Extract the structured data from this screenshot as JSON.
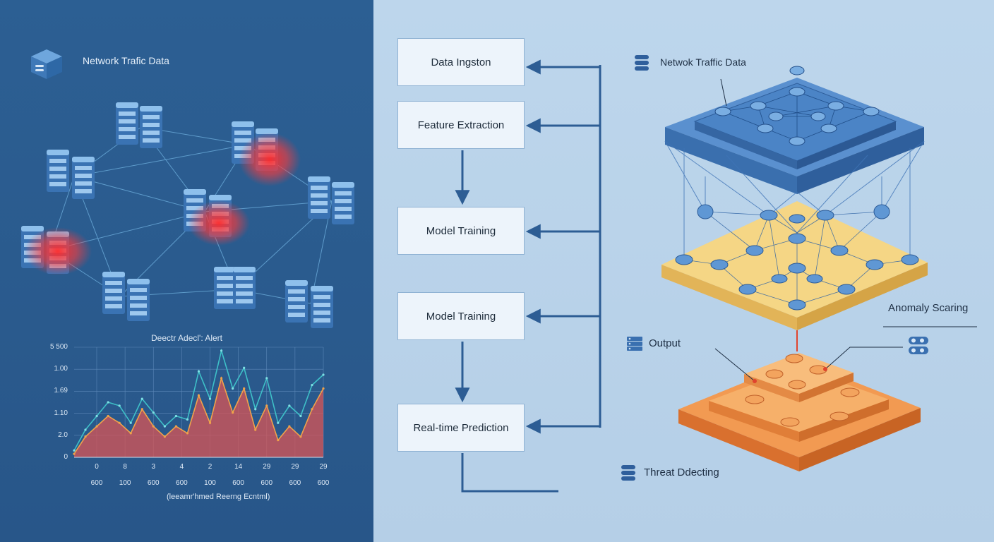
{
  "left_panel": {
    "title": "Network Trafic Data",
    "chart_title": "Deectr Adecl': Alert",
    "chart_xlabel": "(leeamr'hmed Reerng Ecntml)"
  },
  "chart_data": {
    "type": "area",
    "title": "Deectr Adecl': Alert",
    "xlabel": "(leeamr'hmed Reerng Ecntml)",
    "y_tick_labels": [
      "5 500",
      "1.00",
      "1.69",
      "1.10",
      "2.0",
      "0"
    ],
    "x_tick_labels_row1": [
      "0",
      "8",
      "3",
      "4",
      "2",
      "14",
      "29",
      "29",
      "29"
    ],
    "x_tick_labels_row2": [
      "600",
      "100",
      "600",
      "600",
      "100",
      "600",
      "600",
      "600",
      "600"
    ],
    "series": [
      {
        "color": "#d95454",
        "values": [
          0.1,
          0.6,
          0.9,
          1.2,
          1.0,
          0.7,
          1.4,
          0.9,
          0.6,
          0.9,
          0.7,
          1.8,
          1.0,
          2.3,
          1.3,
          2.0,
          0.8,
          1.5,
          0.5,
          0.9,
          0.6,
          1.4,
          2.0
        ]
      },
      {
        "color": "#3ec0c8",
        "values": [
          0.2,
          0.8,
          1.2,
          1.6,
          1.5,
          1.0,
          1.7,
          1.3,
          0.9,
          1.2,
          1.1,
          2.5,
          1.7,
          3.1,
          2.0,
          2.6,
          1.4,
          2.3,
          1.0,
          1.5,
          1.2,
          2.1,
          2.4
        ]
      }
    ]
  },
  "flow": {
    "boxes": [
      "Data Ingston",
      "Feature Extraction",
      "Model Training",
      "Model Training",
      "Real-time Prediction"
    ]
  },
  "right_panel": {
    "network_label": "Netwok Traffic Data",
    "anomaly_label": "Anomaly Scaring",
    "output_label": "Output",
    "threat_label": "Threat Ddecting",
    "colors": {
      "top_layer": "#4e87c8",
      "middle_layer": "#f3d27a",
      "bottom_layer": "#f08a42",
      "alert": "#ff3030"
    }
  }
}
